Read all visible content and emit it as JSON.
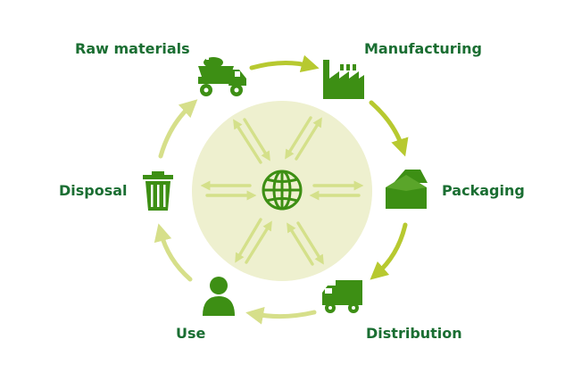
{
  "stages": {
    "raw_materials": "Raw materials",
    "manufacturing": "Manufacturing",
    "packaging": "Packaging",
    "distribution": "Distribution",
    "use": "Use",
    "disposal": "Disposal"
  },
  "icons": {
    "raw_materials": "mining-truck-icon",
    "manufacturing": "factory-icon",
    "packaging": "box-icon",
    "distribution": "delivery-truck-icon",
    "use": "person-icon",
    "disposal": "trash-bin-icon",
    "center": "globe-icon"
  },
  "colors": {
    "icon_green": "#3d8f14",
    "label_green": "#1a6e32",
    "arrow_green": "#b7c930",
    "arrow_light": "#d6df8a",
    "center_circle": "#eef0cf",
    "inner_arrow": "#d4e08a"
  }
}
